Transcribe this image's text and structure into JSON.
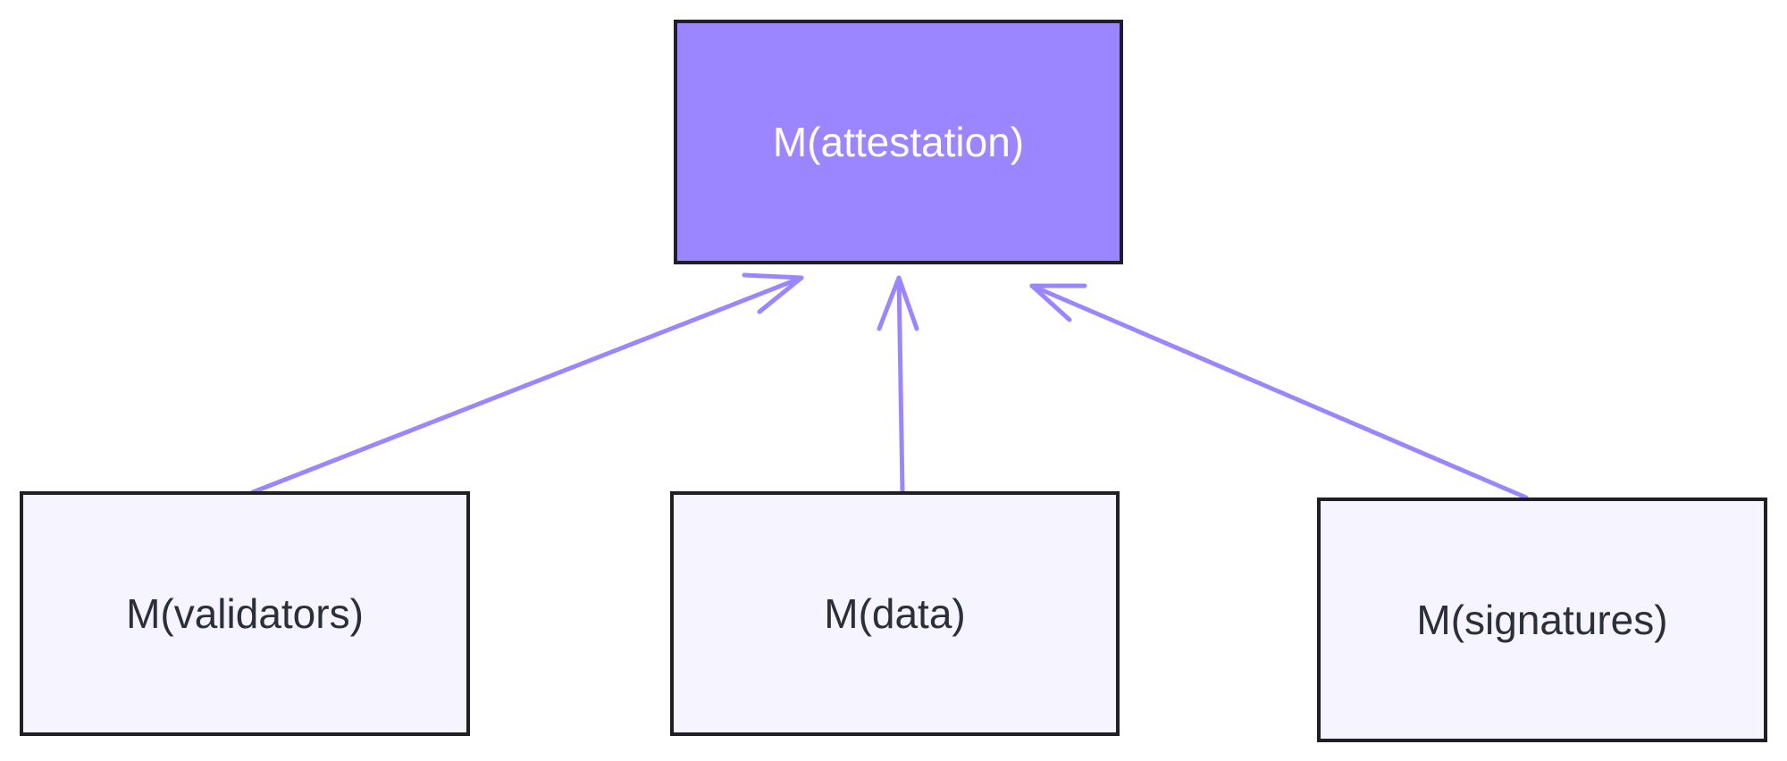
{
  "diagram": {
    "nodes": {
      "attestation": {
        "label": "M(attestation)"
      },
      "validators": {
        "label": "M(validators)"
      },
      "data": {
        "label": "M(data)"
      },
      "signatures": {
        "label": "M(signatures)"
      }
    },
    "edges": [
      {
        "from": "validators",
        "to": "attestation"
      },
      {
        "from": "data",
        "to": "attestation"
      },
      {
        "from": "signatures",
        "to": "attestation"
      }
    ],
    "colors": {
      "root_fill": "#9c86ff",
      "child_fill": "#f5f4ff",
      "edge": "#9c86ff",
      "border": "#1f1f24"
    }
  }
}
